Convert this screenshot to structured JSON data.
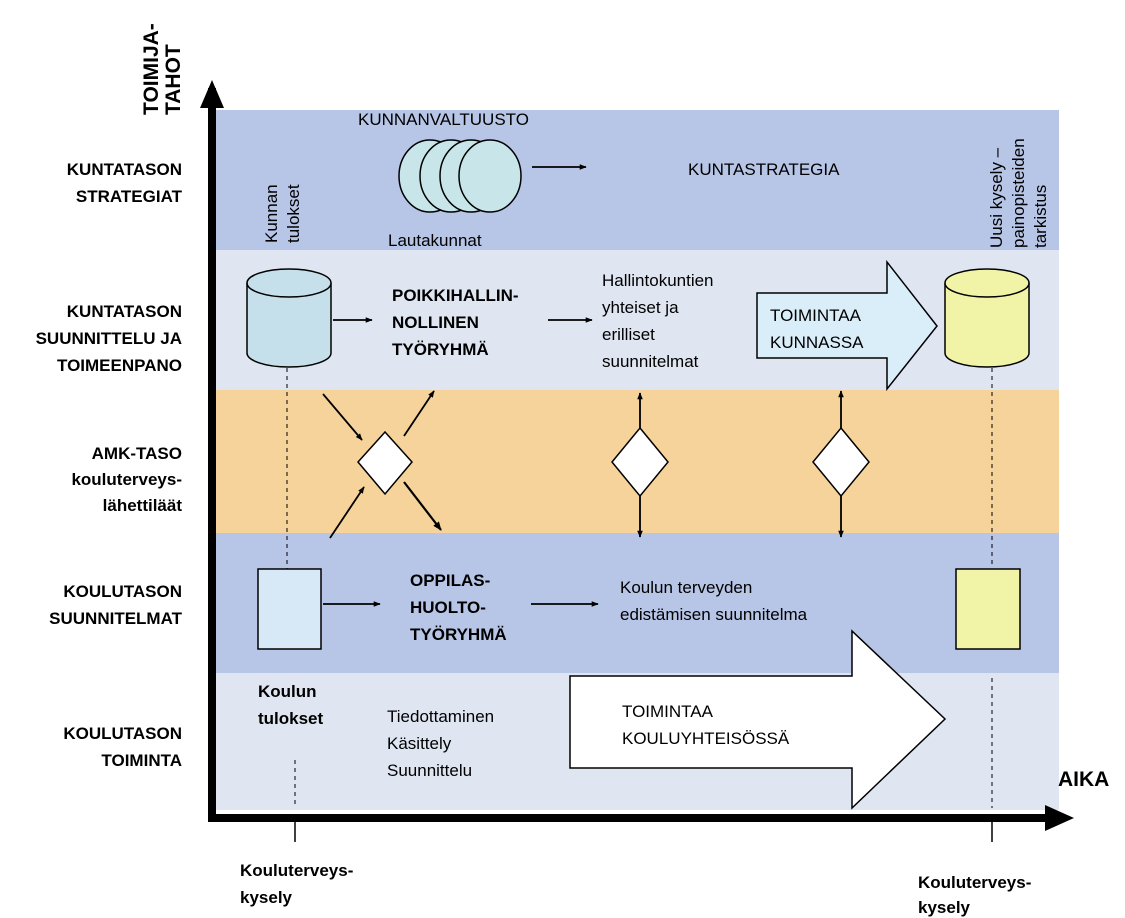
{
  "axes": {
    "y_label": [
      "TOIMIJA-",
      "TAHOT"
    ],
    "x_label": "AIKA",
    "bottom_left": [
      "Kouluterveys-",
      "kysely"
    ],
    "bottom_right": [
      "Kouluterveys-",
      "kysely"
    ]
  },
  "rows": [
    {
      "id": "kunta-strategia",
      "label": [
        "KUNTATASON",
        "STRATEGIAT"
      ],
      "color": "#b7c5e6"
    },
    {
      "id": "kunta-suunnittelu",
      "label": [
        "KUNTATASON",
        "SUUNNITTELU JA",
        "TOIMEENPANO"
      ],
      "color": "#dfe6f2"
    },
    {
      "id": "amk",
      "label": [
        "AMK-TASO",
        "kouluterveys-",
        "lähettiläät"
      ],
      "color": "#f6d39b"
    },
    {
      "id": "koulu-suunnitelmat",
      "label": [
        "KOULUTASON",
        "SUUNNITELMAT"
      ],
      "color": "#b7c5e6"
    },
    {
      "id": "koulu-toiminta",
      "label": [
        "KOULUTASON",
        "TOIMINTA"
      ],
      "color": "#dfe6f2"
    }
  ],
  "content": {
    "kunnan_tulokset": [
      "Kunnan",
      "tulokset"
    ],
    "kunnanvaltuusto": "KUNNANVALTUUSTO",
    "lautakunnat": "Lautakunnat",
    "kuntastrategia": "KUNTASTRATEGIA",
    "uusi_kysely": [
      "Uusi kysely –",
      "painopisteiden",
      "tarkistus"
    ],
    "poikkihallinnollinen": [
      "POIKKIHALLIN-",
      "NOLLINEN",
      "TYÖRYHMÄ"
    ],
    "hallintokuntien": [
      "Hallintokuntien",
      "yhteiset ja",
      "erilliset",
      "suunnitelmat"
    ],
    "toimintaa_kunnassa": [
      "TOIMINTAA",
      "KUNNASSA"
    ],
    "oppilashuolto": [
      "OPPILAS-",
      "HUOLTO-",
      "TYÖRYHMÄ"
    ],
    "koulun_terveyden": [
      "Koulun terveyden",
      "edistämisen suunnitelma"
    ],
    "koulun_tulokset": [
      "Koulun",
      "tulokset"
    ],
    "tiedottaminen": [
      "Tiedottaminen",
      "Käsittely",
      "Suunnittelu"
    ],
    "toimintaa_kouluyhteisossa": [
      "TOIMINTAA",
      "KOULUYHTEISÖSSÄ"
    ]
  },
  "colors": {
    "cylinder_blue": "#c5e0ea",
    "cylinder_yellow": "#f1f3a6",
    "ellipse_fill": "#c8e6ea",
    "box_blue": "#d7e8f7",
    "box_yellow": "#f1f3a6",
    "arrow_light_blue": "#daeefa"
  }
}
